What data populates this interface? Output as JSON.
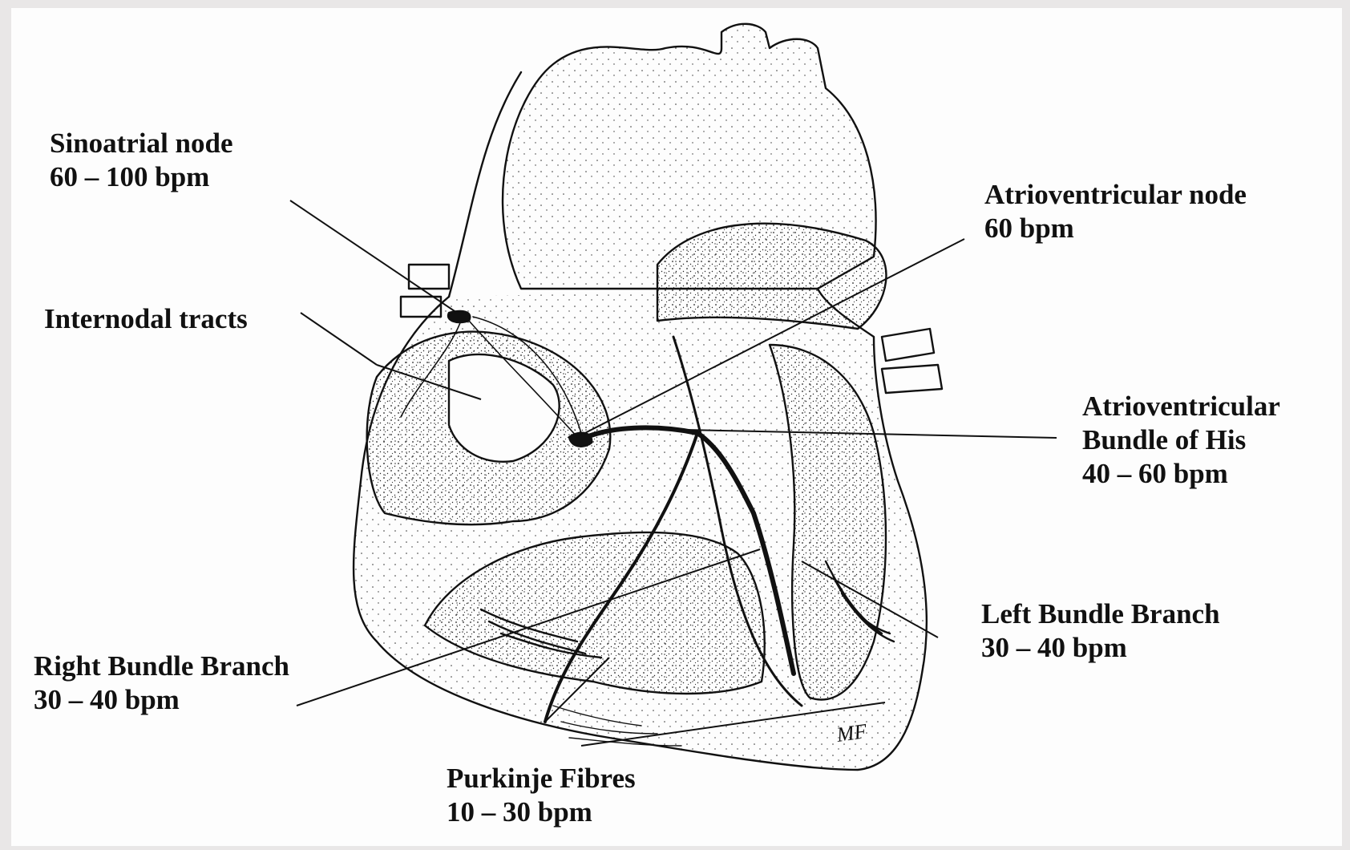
{
  "labels": {
    "sinoatrial": {
      "name": "Sinoatrial node",
      "rate": "60 – 100 bpm"
    },
    "internodal": {
      "name": "Internodal tracts"
    },
    "av_node": {
      "name": "Atrioventricular node",
      "rate": "60 bpm"
    },
    "bundle_his": {
      "name1": "Atrioventricular",
      "name2": "Bundle of His",
      "rate": "40 – 60 bpm"
    },
    "left_bundle": {
      "name": "Left Bundle Branch",
      "rate": "30 – 40 bpm"
    },
    "right_bundle": {
      "name": "Right Bundle Branch",
      "rate": "30 – 40 bpm"
    },
    "purkinje": {
      "name": "Purkinje Fibres",
      "rate": "10 – 30 bpm"
    }
  },
  "colors": {
    "ink": "#111111",
    "paper": "#fdfdfd",
    "background": "#e9e7e7"
  }
}
